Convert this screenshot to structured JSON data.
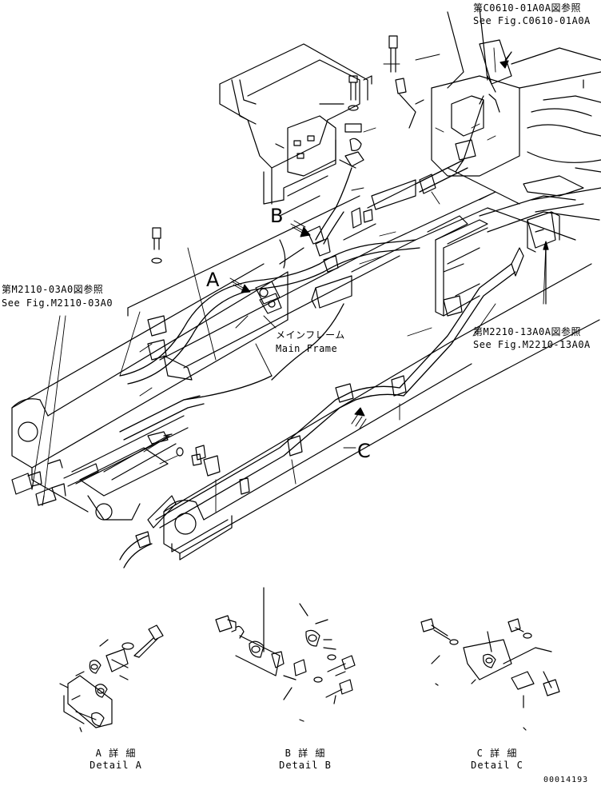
{
  "references": {
    "top_right": {
      "jp": "第C0610-01A0A図参照",
      "en": "See Fig.C0610-01A0A"
    },
    "left": {
      "jp": "第M2110-03A0図参照",
      "en": "See Fig.M2110-03A0"
    },
    "right": {
      "jp": "第M2210-13A0A図参照",
      "en": "See Fig.M2210-13A0A"
    }
  },
  "main_frame": {
    "jp": "メインフレーム",
    "en": "Main Frame"
  },
  "view_letters": {
    "a": "A",
    "b": "B",
    "c": "C"
  },
  "details": {
    "a": {
      "jp": "A 詳 細",
      "en": "Detail A"
    },
    "b": {
      "jp": "B 詳 細",
      "en": "Detail B"
    },
    "c": {
      "jp": "C 詳 細",
      "en": "Detail C"
    }
  },
  "drawing_number": "00014193"
}
